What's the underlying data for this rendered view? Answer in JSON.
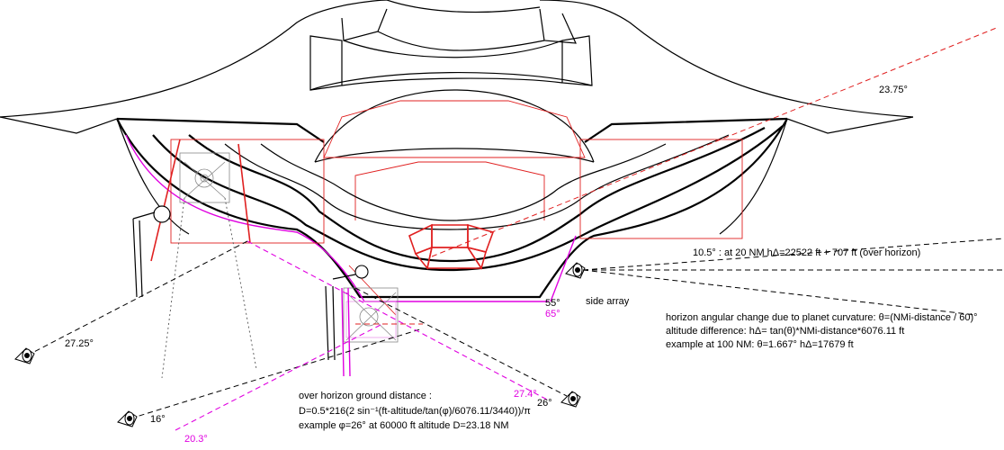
{
  "angles": {
    "a2375": "23.75°",
    "a2725": "27.25°",
    "a16": "16°",
    "a203": "20.3°",
    "a274": "27.4°",
    "a26": "26°",
    "a55": "55°",
    "a65": "65°"
  },
  "labels": {
    "side_array": "side array",
    "over_horizon_20nm": "10.5° : at 20 NM hΔ=22522 ft + 707 ft (over horizon)"
  },
  "notes_right": {
    "line1": "horizon angular change due to planet curvature: θ=(NMi-distance / 60)°",
    "line2": "altitude difference: hΔ= tan(θ)*NMi-distance*6076.11 ft",
    "line3": "example at 100 NM: θ=1.667° hΔ=17679 ft"
  },
  "notes_bottom": {
    "line1": "over horizon ground distance :",
    "line2": "D=0.5*216(2 sin⁻¹(ft-altitude/tan(φ)/6076.11/3440))/π",
    "line3": "example φ=26° at 60000 ft altitude D=23.18 NM"
  },
  "icons": [
    "eye-sensor-icon"
  ]
}
